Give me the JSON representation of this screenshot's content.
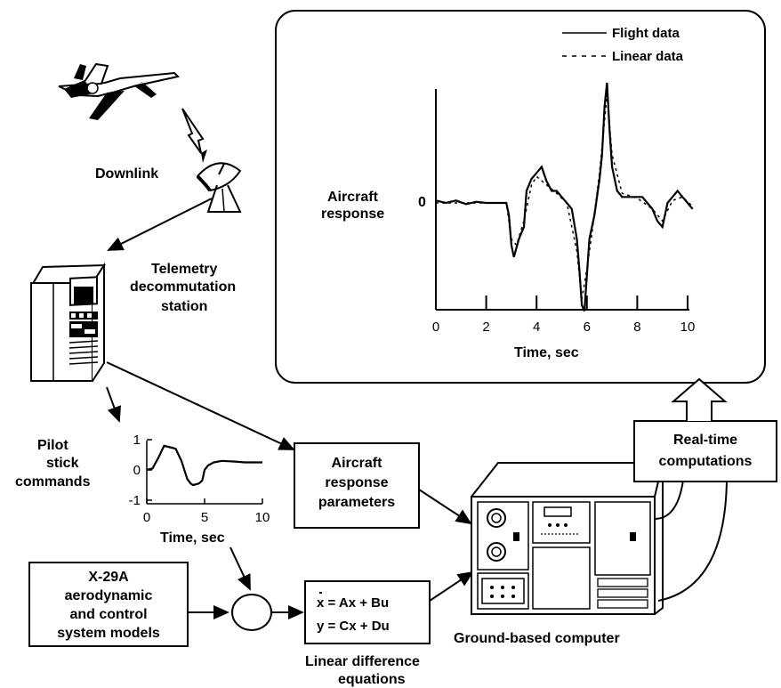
{
  "labels": {
    "downlink": "Downlink",
    "telemetry": [
      "Telemetry",
      "decommutation",
      "station"
    ],
    "pilot_stick": [
      "Pilot",
      "stick",
      "commands"
    ],
    "aircraft_params": [
      "Aircraft",
      "response",
      "parameters"
    ],
    "models": [
      "X-29A",
      "aerodynamic",
      "and control",
      "system models"
    ],
    "equations": [
      "x = Ax + Bu",
      "y = Cx + Du"
    ],
    "linear_diff": [
      "Linear difference",
      "equations"
    ],
    "ground_computer": "Ground-based computer",
    "realtime": [
      "Real-time",
      "computations"
    ]
  },
  "chart_data": [
    {
      "type": "line",
      "id": "aircraft_response",
      "ylabel": [
        "Aircraft",
        "response"
      ],
      "xlabel": "Time, sec",
      "xlim": [
        0,
        10
      ],
      "x_ticks": [
        "0",
        "2",
        "4",
        "6",
        "8",
        "10"
      ],
      "y_ticks": [
        "0"
      ],
      "legend": [
        "Flight data",
        "Linear data"
      ],
      "legend_position": "top-right",
      "series": [
        {
          "name": "Flight data",
          "style": "solid",
          "x": [
            0,
            0.4,
            0.8,
            1.2,
            1.6,
            2.0,
            2.4,
            2.8,
            2.9,
            3.0,
            3.1,
            3.3,
            3.5,
            3.6,
            3.8,
            4.0,
            4.2,
            4.4,
            4.6,
            4.8,
            5.0,
            5.2,
            5.4,
            5.6,
            5.7,
            5.8,
            5.9,
            6.0,
            6.1,
            6.3,
            6.5,
            6.6,
            6.7,
            6.8,
            6.9,
            7.0,
            7.2,
            7.4,
            7.6,
            7.8,
            8.0,
            8.2,
            8.4,
            8.6,
            8.8,
            9.0,
            9.2,
            9.4,
            9.6,
            9.8,
            10.0,
            10.2
          ],
          "y": [
            0.02,
            0.0,
            0.02,
            -0.01,
            0.01,
            0.0,
            0.0,
            0.0,
            -0.1,
            -0.35,
            -0.45,
            -0.3,
            -0.2,
            0.1,
            0.2,
            0.25,
            0.3,
            0.18,
            0.1,
            0.1,
            0.05,
            0.0,
            -0.05,
            -0.3,
            -0.55,
            -0.85,
            -0.9,
            -0.6,
            -0.3,
            -0.1,
            0.2,
            0.4,
            0.8,
            1.0,
            0.6,
            0.3,
            0.1,
            0.05,
            0.05,
            0.05,
            0.05,
            0.05,
            0.0,
            -0.05,
            -0.15,
            -0.2,
            0.0,
            0.05,
            0.1,
            0.05,
            0.0,
            -0.05
          ]
        },
        {
          "name": "Linear data",
          "style": "dashed",
          "x": [
            0,
            0.4,
            0.8,
            1.2,
            1.6,
            2.0,
            2.4,
            2.8,
            3.0,
            3.2,
            3.5,
            3.8,
            4.0,
            4.4,
            4.8,
            5.2,
            5.6,
            5.8,
            6.0,
            6.2,
            6.5,
            6.8,
            7.0,
            7.4,
            8.0,
            8.6,
            9.0,
            9.4,
            9.8,
            10.2
          ],
          "y": [
            0.0,
            0.0,
            0.0,
            0.0,
            0.0,
            0.0,
            0.0,
            0.0,
            -0.3,
            -0.35,
            -0.15,
            0.15,
            0.22,
            0.15,
            0.08,
            0.0,
            -0.4,
            -0.8,
            -0.55,
            -0.25,
            0.25,
            0.9,
            0.4,
            0.08,
            0.04,
            -0.05,
            -0.15,
            0.02,
            0.05,
            -0.03
          ]
        }
      ]
    },
    {
      "type": "line",
      "id": "pilot_stick_commands",
      "xlabel": "Time, sec",
      "xlim": [
        0,
        10
      ],
      "ylim": [
        -1,
        1
      ],
      "x_ticks": [
        "0",
        "5",
        "10"
      ],
      "y_ticks": [
        "1",
        "0",
        "-1"
      ],
      "series": [
        {
          "x": [
            0,
            0.5,
            1.0,
            1.5,
            2.0,
            2.5,
            3.0,
            3.5,
            3.8,
            4.0,
            4.5,
            4.8,
            5.0,
            5.3,
            5.8,
            6.5,
            7.5,
            8.5,
            10.0
          ],
          "y": [
            0.0,
            0.05,
            0.4,
            0.8,
            0.75,
            0.7,
            0.3,
            -0.3,
            -0.45,
            -0.5,
            -0.45,
            -0.35,
            0.0,
            0.15,
            0.25,
            0.3,
            0.28,
            0.25,
            0.25
          ]
        }
      ]
    }
  ]
}
